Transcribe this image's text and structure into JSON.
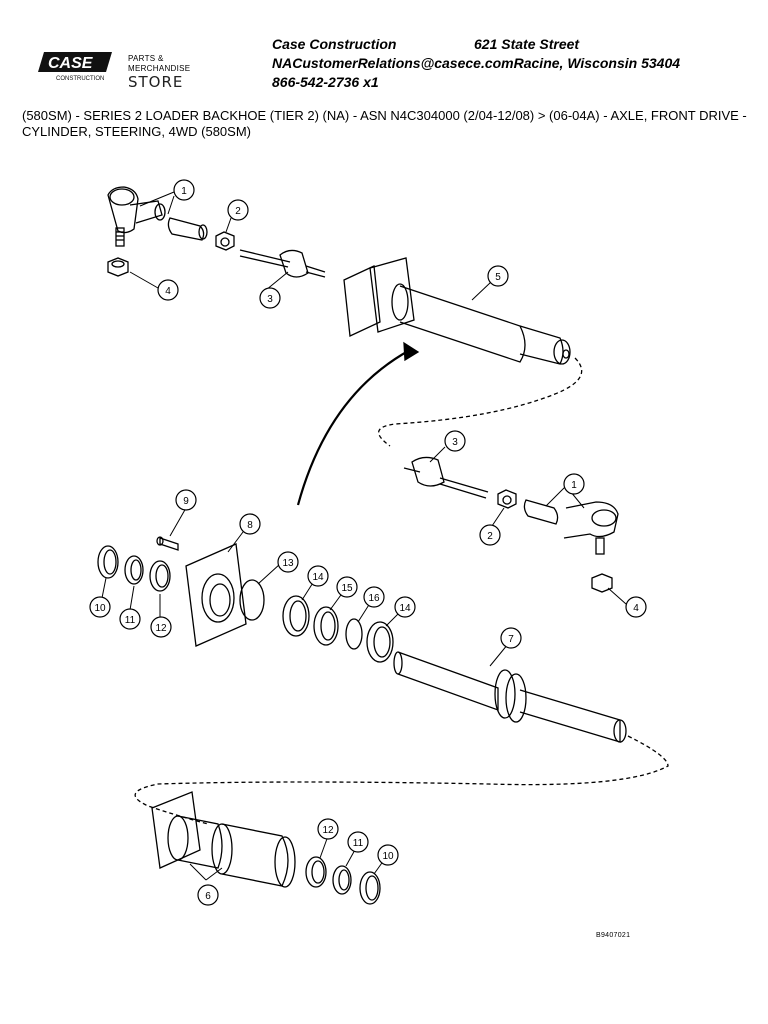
{
  "header": {
    "company": "Case Construction",
    "street": "621 State Street",
    "email_city": "NACustomerRelations@casece.comRacine, Wisconsin 53404",
    "phone": "866-542-2736 x1"
  },
  "logo": {
    "brand": "CASE",
    "sub": "CONSTRUCTION",
    "store_top": "PARTS & MERCHANDISE",
    "store_name": "STORE"
  },
  "title": {
    "line1": "(580SM) - SERIES 2 LOADER BACKHOE (TIER 2) (NA) - ASN N4C304000 (2/04-12/08) > (06-04A) - AXLE, FRONT DRIVE -",
    "line2": "CYLINDER, STEERING, 4WD (580SM)"
  },
  "callouts": [
    {
      "id": "c1a",
      "label": "1"
    },
    {
      "id": "c2a",
      "label": "2"
    },
    {
      "id": "c3a",
      "label": "3"
    },
    {
      "id": "c4a",
      "label": "4"
    },
    {
      "id": "c5",
      "label": "5"
    },
    {
      "id": "c3b",
      "label": "3"
    },
    {
      "id": "c1b",
      "label": "1"
    },
    {
      "id": "c2b",
      "label": "2"
    },
    {
      "id": "c4b",
      "label": "4"
    },
    {
      "id": "c9",
      "label": "9"
    },
    {
      "id": "c8",
      "label": "8"
    },
    {
      "id": "c13",
      "label": "13"
    },
    {
      "id": "c14a",
      "label": "14"
    },
    {
      "id": "c15",
      "label": "15"
    },
    {
      "id": "c16",
      "label": "16"
    },
    {
      "id": "c14b",
      "label": "14"
    },
    {
      "id": "c10a",
      "label": "10"
    },
    {
      "id": "c11a",
      "label": "11"
    },
    {
      "id": "c12a",
      "label": "12"
    },
    {
      "id": "c7",
      "label": "7"
    },
    {
      "id": "c12b",
      "label": "12"
    },
    {
      "id": "c11b",
      "label": "11"
    },
    {
      "id": "c10b",
      "label": "10"
    },
    {
      "id": "c6",
      "label": "6"
    }
  ],
  "figure_ref": "B9407021"
}
